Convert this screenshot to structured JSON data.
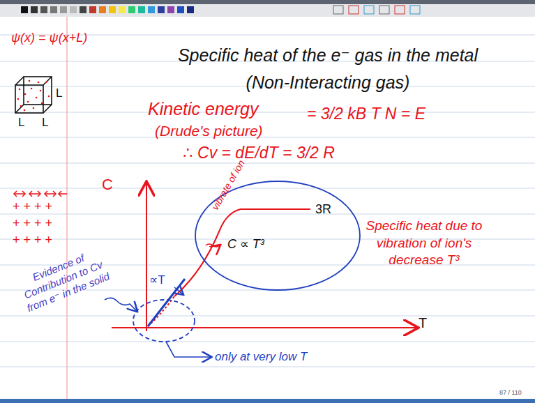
{
  "diagram": {
    "title": "Specific heat of the e⁻ gas in the metal (Non-Interacting gas)",
    "labels": [
      "ψ(x) = ψ(x+L)",
      "L",
      "L",
      "L",
      "Kinetic energy",
      "(Drude's picture)",
      "= 3/2 kB T N = E",
      "∴ Cv = dE/dT = 3/2 R",
      "C",
      "T",
      "3R",
      "vibrate of ion",
      "C ∝ T³",
      "Specific heat due to vibration of ion's decrease T³",
      "∝T",
      "Evidence of Contribution to Cv from e⁻ in the solid",
      "only at very low T",
      "+ + + +",
      "+ + + +",
      "+ + + +",
      "87 / 110"
    ]
  }
}
